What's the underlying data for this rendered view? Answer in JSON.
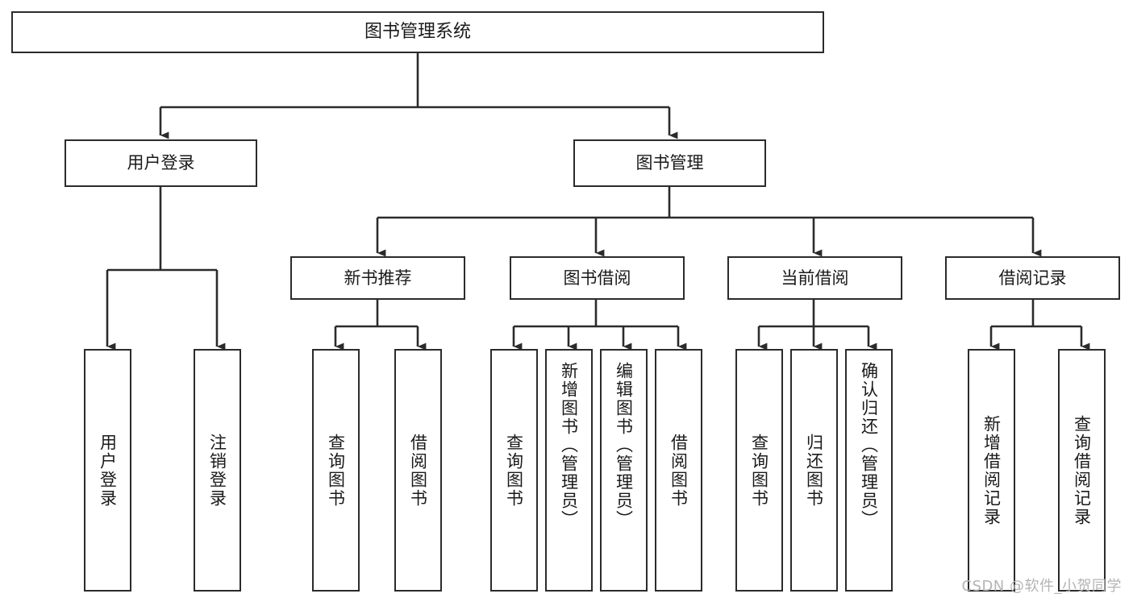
{
  "diagram": {
    "type": "hierarchy-tree",
    "title": "图书管理系统",
    "watermark": "CSDN @软件_小贺同学",
    "colors": {
      "box_stroke": "#2b2b2b",
      "box_fill": "#ffffff",
      "connector": "#2b2b2b",
      "text": "#1a1a1a",
      "watermark": "#b4b4b4",
      "background": "#ffffff"
    },
    "root": {
      "label": "图书管理系统"
    },
    "level2": [
      {
        "label": "用户登录"
      },
      {
        "label": "图书管理"
      }
    ],
    "level3": [
      {
        "label": "新书推荐"
      },
      {
        "label": "图书借阅"
      },
      {
        "label": "当前借阅"
      },
      {
        "label": "借阅记录"
      }
    ],
    "leaves": {
      "user_login": [
        {
          "label": "用户登录"
        },
        {
          "label": "注销登录"
        }
      ],
      "new_book_recommend": [
        {
          "label": "查询图书"
        },
        {
          "label": "借阅图书"
        }
      ],
      "book_borrow": [
        {
          "label": "查询图书"
        },
        {
          "label": "新增图书（管理员）"
        },
        {
          "label": "编辑图书（管理员）"
        },
        {
          "label": "借阅图书"
        }
      ],
      "current_borrow": [
        {
          "label": "查询图书"
        },
        {
          "label": "归还图书"
        },
        {
          "label": "确认归还（管理员）"
        }
      ],
      "borrow_record": [
        {
          "label": "新增借阅记录"
        },
        {
          "label": "查询借阅记录"
        }
      ]
    }
  }
}
